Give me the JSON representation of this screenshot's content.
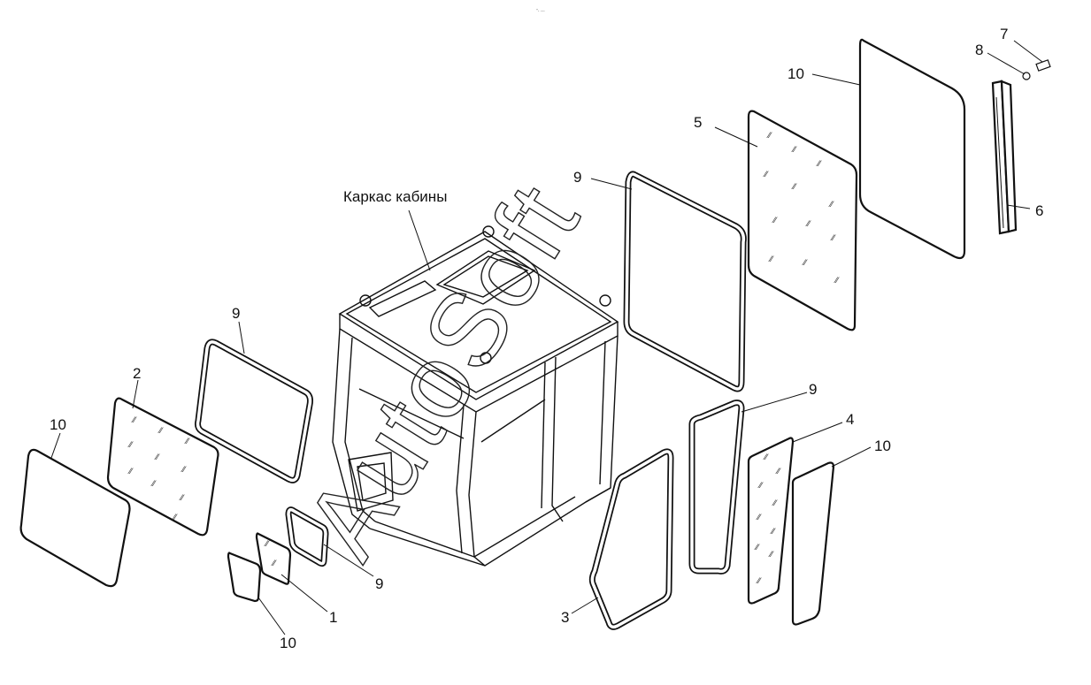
{
  "header": {
    "text": "\"- ---"
  },
  "cab_title": "Каркас кабины",
  "watermark": "AutoSoft",
  "labels": {
    "n10_top": "10",
    "n5": "5",
    "n9_top": "9",
    "n8": "8",
    "n7": "7",
    "n6": "6",
    "n9_left": "9",
    "n2": "2",
    "n10_left": "10",
    "n9_mid": "9",
    "n4": "4",
    "n10_right": "10",
    "n9_bottom": "9",
    "n1": "1",
    "n10_bottom": "10",
    "n3": "3"
  },
  "colors": {
    "line": "#111111",
    "background": "#ffffff"
  }
}
